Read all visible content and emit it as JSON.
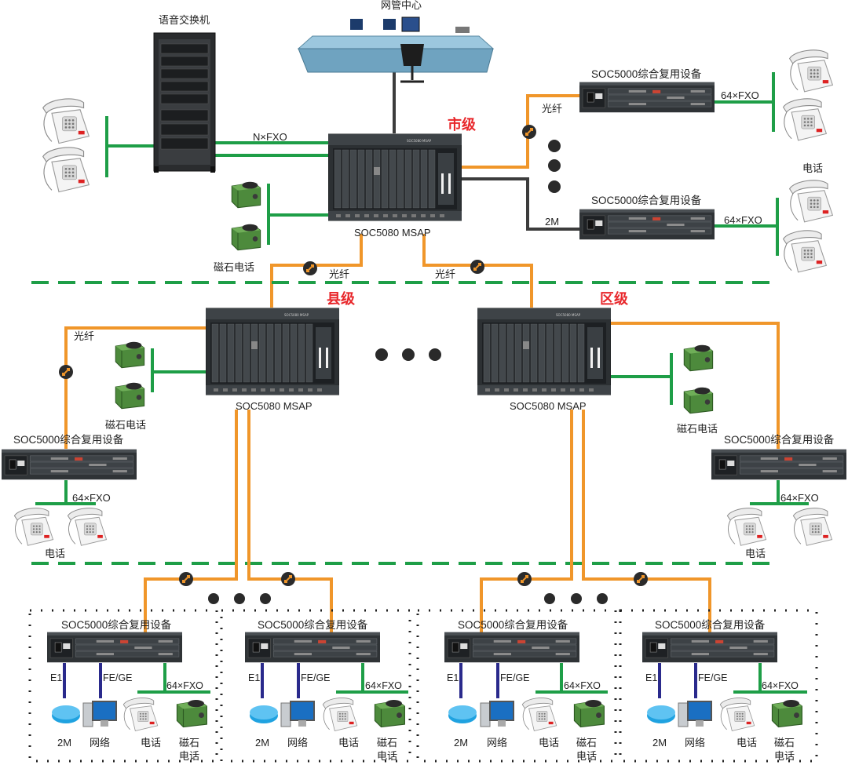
{
  "labels": {
    "nms_center": "网管中心",
    "voice_switch": "语音交换机",
    "city_level": "市级",
    "county_level": "县级",
    "district_level": "区级",
    "msap": "SOC5080 MSAP",
    "mux": "SOC5000综合复用设备",
    "fiber": "光纤",
    "nfxo": "N×FXO",
    "fxo64": "64×FXO",
    "two_m": "2M",
    "e1": "E1",
    "fege": "FE/GE",
    "network": "网络",
    "phone": "电话",
    "magneto_phone": "磁石电话",
    "magneto_line1": "磁石",
    "magneto_line2": "电话"
  },
  "colors": {
    "fiber": "#f0962a",
    "fxo_line": "#1e9e47",
    "copper": "#3c3c3c",
    "e1_line": "#2a2a8c",
    "level_text": "#e8262a",
    "divider": "#1e9e47"
  },
  "icons": [
    "rack-icon",
    "console-icon",
    "msap-chassis-icon",
    "mux-device-icon",
    "telephone-icon",
    "magneto-phone-icon",
    "fiber-coupler-icon",
    "disc-2m-icon",
    "pc-icon"
  ]
}
